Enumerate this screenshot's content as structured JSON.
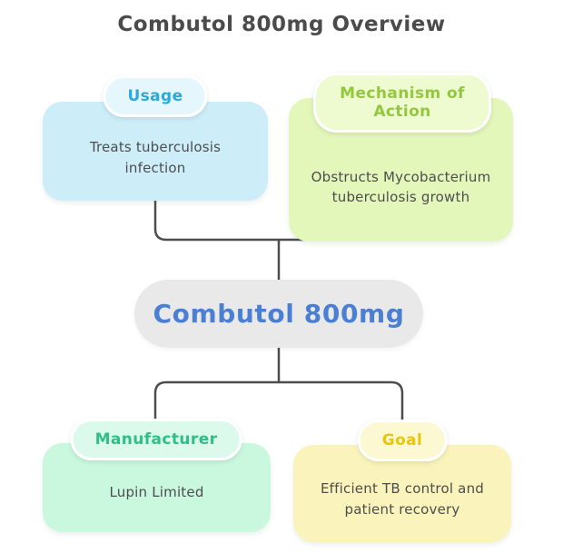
{
  "title": "Combutol 800mg Overview",
  "center_node": {
    "label": "Combutol 800mg"
  },
  "nodes": [
    {
      "id": "usage",
      "label": "Usage",
      "content": "Treats tuberculosis infection",
      "colors": {
        "body": "#cdedf9",
        "badge": "#e5f6fd",
        "accent": "#2ba9db"
      }
    },
    {
      "id": "mechanism-of-action",
      "label": "Mechanism of Action",
      "content": "Obstructs Mycobacterium tuberculosis growth",
      "colors": {
        "body": "#e4f7ba",
        "badge": "#eefad0",
        "accent": "#93c83d"
      }
    },
    {
      "id": "manufacturer",
      "label": "Manufacturer",
      "content": "Lupin Limited",
      "colors": {
        "body": "#c9f8df",
        "badge": "#dcfaec",
        "accent": "#2fbe85"
      }
    },
    {
      "id": "goal",
      "label": "Goal",
      "content": "Efficient TB control and patient recovery",
      "colors": {
        "body": "#faf4bc",
        "badge": "#fcf8d2",
        "accent": "#e7c60d"
      }
    }
  ],
  "palette": {
    "background": "#ffffff",
    "connector": "#4d4d4d",
    "title_text": "#4b4b4b",
    "body_text": "#4d4d4d",
    "center_bg": "#e9e9e9",
    "center_text": "#4b7fd4"
  }
}
